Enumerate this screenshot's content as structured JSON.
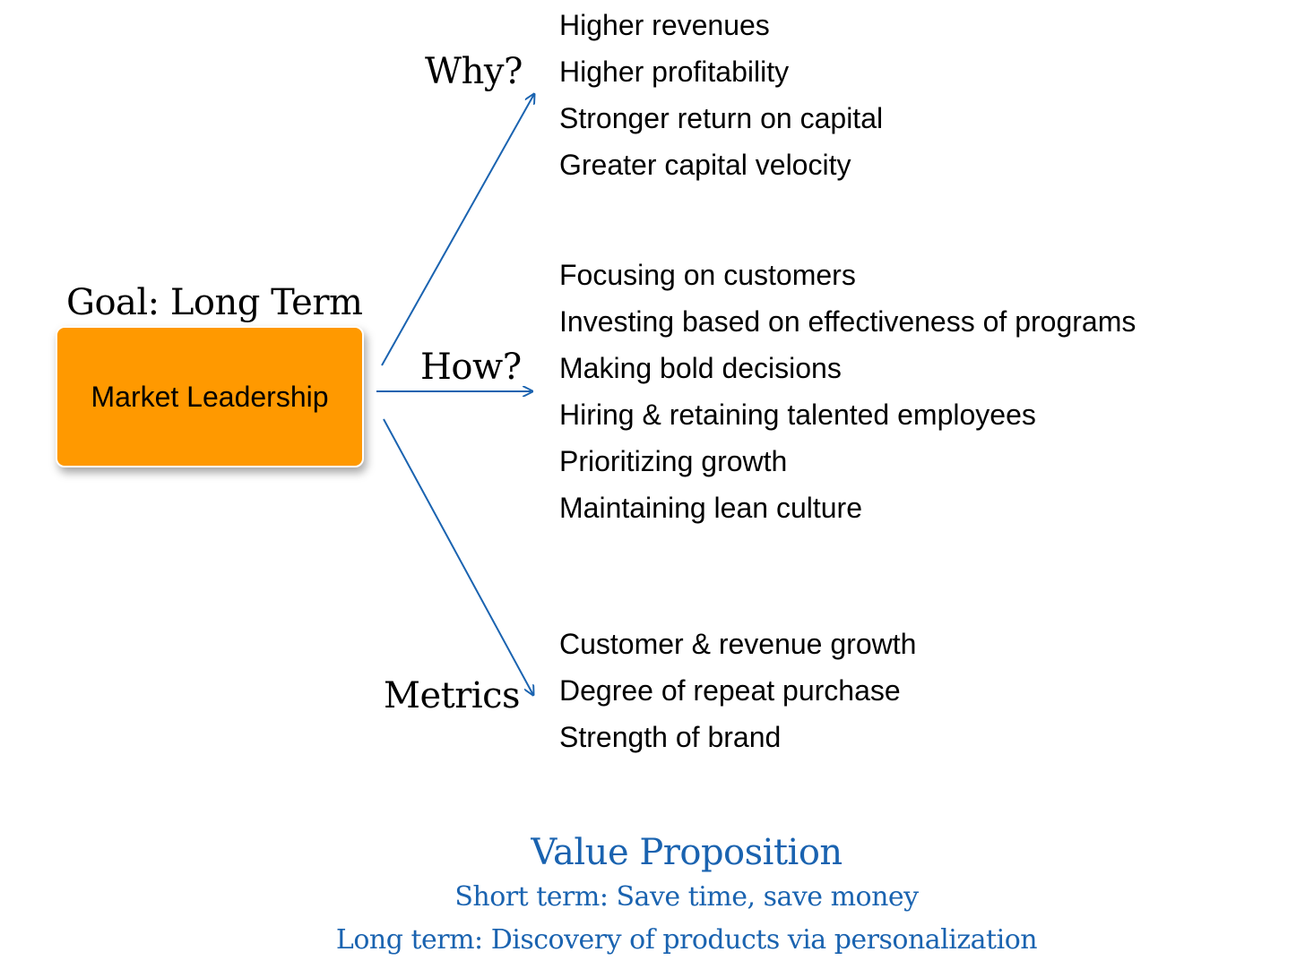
{
  "colors": {
    "box_fill": "#FF9900",
    "arrow": "#1A63B0",
    "value_prop_text": "#1A63B0",
    "text": "#000000"
  },
  "goal": {
    "title": "Goal: Long Term",
    "box_label": "Market Leadership"
  },
  "branches": {
    "why": {
      "label": "Why?",
      "items": [
        "Higher revenues",
        "Higher profitability",
        "Stronger return on capital",
        "Greater capital velocity"
      ]
    },
    "how": {
      "label": "How?",
      "items": [
        "Focusing on customers",
        "Investing based on effectiveness of programs",
        "Making bold decisions",
        "Hiring & retaining talented employees",
        "Prioritizing growth",
        "Maintaining lean culture"
      ]
    },
    "metrics": {
      "label": "Metrics",
      "items": [
        "Customer & revenue growth",
        "Degree of repeat purchase",
        "Strength of brand"
      ]
    }
  },
  "value_proposition": {
    "title": "Value Proposition",
    "short_term": "Short term: Save time, save money",
    "long_term": "Long term: Discovery of products via personalization"
  }
}
